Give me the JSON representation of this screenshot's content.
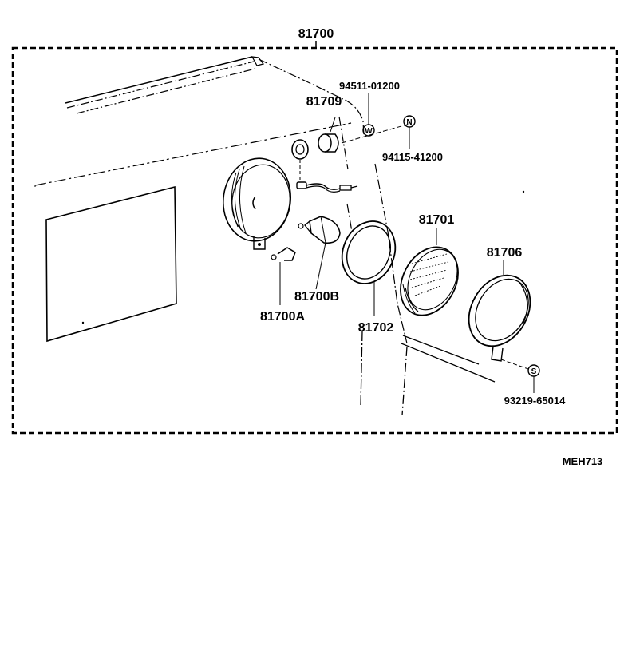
{
  "diagram": {
    "assembly_number": "81700",
    "code": "MEH713",
    "parts": {
      "p94511": "94511-01200",
      "p81709": "81709",
      "p94115": "94115-41200",
      "p81701": "81701",
      "p81706": "81706",
      "p81700B": "81700B",
      "p81700A": "81700A",
      "p81702": "81702",
      "p93219": "93219-65014"
    },
    "symbols": {
      "w": "W",
      "n": "N",
      "s": "S"
    }
  }
}
